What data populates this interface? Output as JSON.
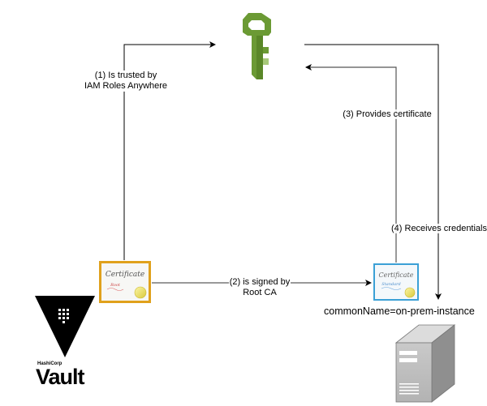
{
  "diagram": {
    "nodes": {
      "iam_roles_anywhere": {
        "icon": "key-icon",
        "color": "#6b9a34"
      },
      "root_certificate": {
        "icon": "certificate-icon",
        "title": "Certificate",
        "subtitle": "Root",
        "border_color": "#e0a11c"
      },
      "standard_certificate": {
        "icon": "certificate-icon",
        "title": "Certificate",
        "subtitle": "Standard",
        "border_color": "#3ba0d6"
      },
      "vault": {
        "icon": "vault-icon",
        "brand_small": "HashiCorp",
        "brand_big": "Vault"
      },
      "server": {
        "icon": "server-icon",
        "label": "commonName=on-prem-instance"
      }
    },
    "edges": [
      {
        "id": "1",
        "from": "root_certificate",
        "to": "iam_roles_anywhere",
        "label_line1": "(1) Is trusted by",
        "label_line2": "IAM Roles Anywhere"
      },
      {
        "id": "2",
        "from": "root_certificate",
        "to": "standard_certificate",
        "label_line1": "(2) is signed by",
        "label_line2": "Root CA"
      },
      {
        "id": "3",
        "from": "standard_certificate",
        "to": "iam_roles_anywhere",
        "label_line1": "(3) Provides certificate"
      },
      {
        "id": "4",
        "from": "iam_roles_anywhere",
        "to": "server",
        "label_line1": "(4) Receives credentials"
      }
    ]
  }
}
